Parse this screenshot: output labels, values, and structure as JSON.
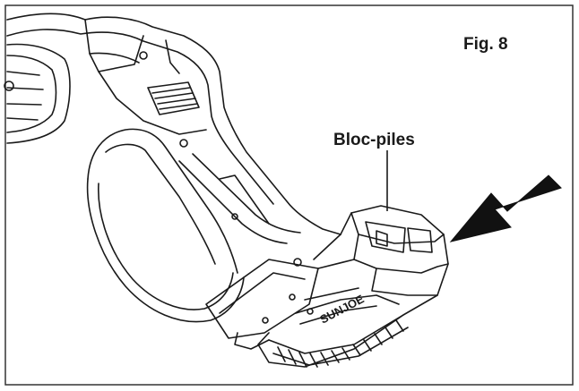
{
  "figure": {
    "label": "Fig. 8",
    "callout_label": "Bloc-piles",
    "brand_text": "SUNJOE",
    "arrow_icon": "insert-direction-arrow",
    "colors": {
      "line": "#1a1a1a",
      "background": "#ffffff",
      "border": "#333333"
    }
  }
}
